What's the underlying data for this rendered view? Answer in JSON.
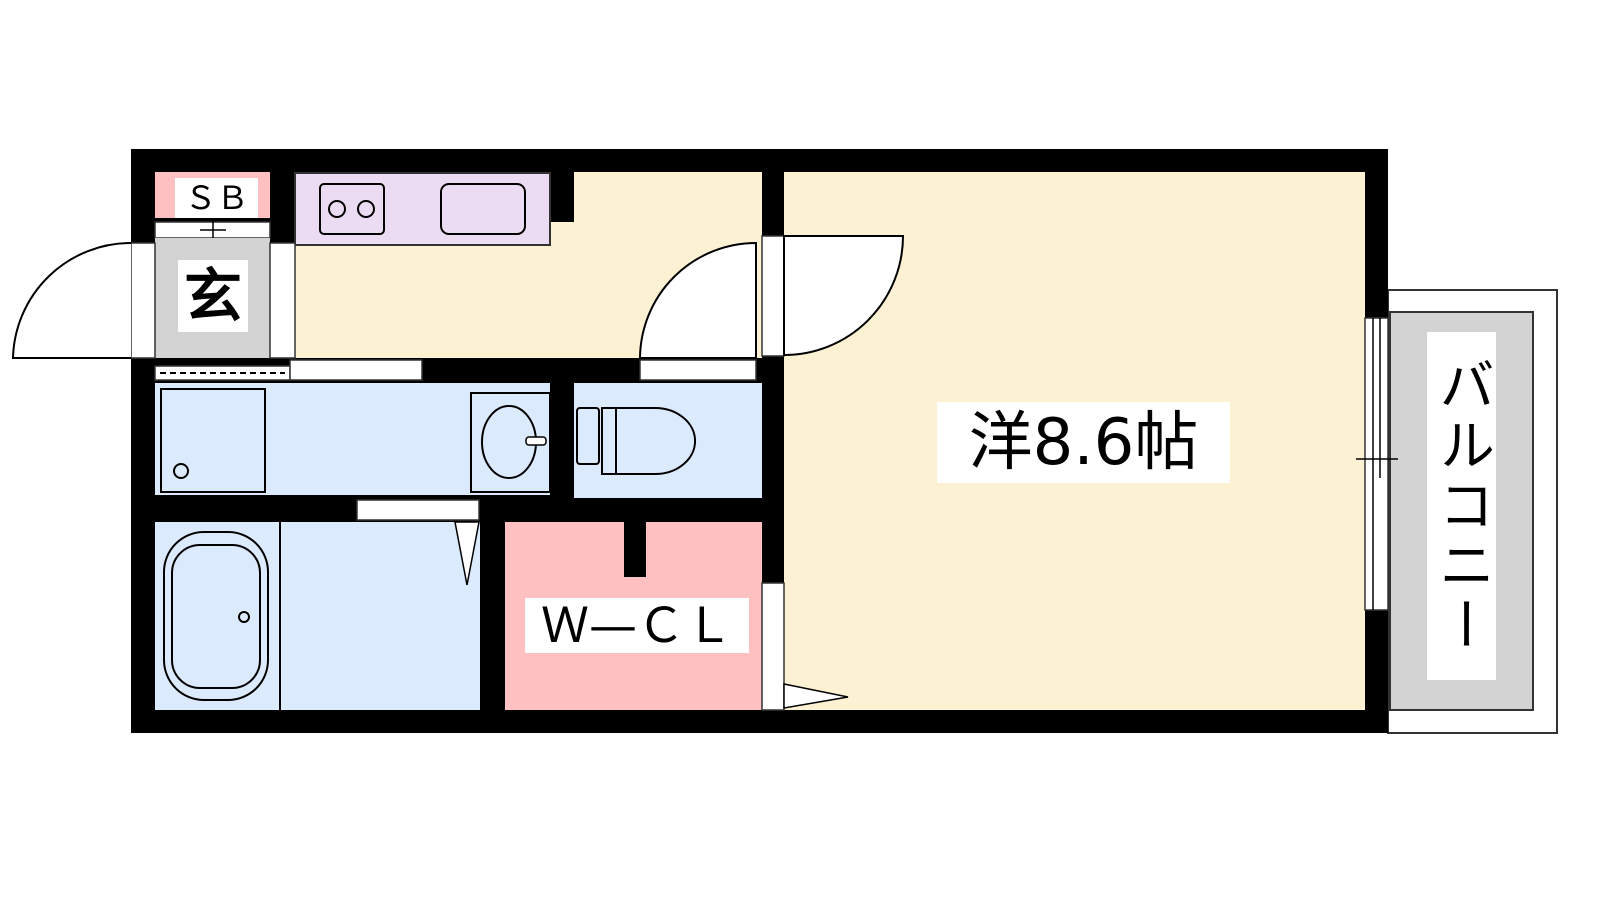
{
  "floorplan": {
    "rooms": {
      "shoe_box": "ＳＢ",
      "entrance": "玄",
      "western_room": "洋8.6帖",
      "walk_in_closet": "Ｗ—ＣＬ",
      "balcony": "バルコニー"
    },
    "colors": {
      "wall": "#000000",
      "floor_main": "#fdf1d3",
      "kitchen_counter": "#ecdcf3",
      "wet_area": "#dbeafc",
      "closet": "#fec0c0",
      "entrance": "#d3d3d3",
      "balcony": "#d3d3d3"
    }
  }
}
